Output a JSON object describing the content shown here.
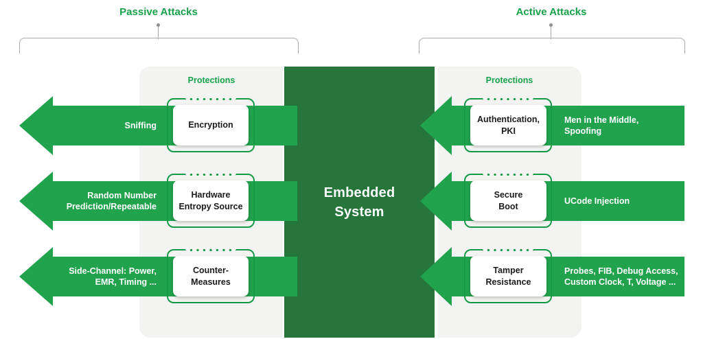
{
  "colors": {
    "accent_green": "#21A24D",
    "dark_green": "#26753A",
    "outline_green": "#149A46",
    "title_green": "#17A24A",
    "panel_gray": "#F3F3F2",
    "bracket_gray": "#A9A9A9"
  },
  "center": {
    "title": "Embedded\nSystem"
  },
  "left_group": {
    "title": "Passive Attacks",
    "protections_label": "Protections",
    "rows": [
      {
        "attack": "Sniffing",
        "protection": "Encryption"
      },
      {
        "attack": "Random Number\nPrediction/Repeatable",
        "protection": "Hardware\nEntropy Source"
      },
      {
        "attack": "Side-Channel: Power,\nEMR, Timing ...",
        "protection": "Counter-\nMeasures"
      }
    ]
  },
  "right_group": {
    "title": "Active Attacks",
    "protections_label": "Protections",
    "rows": [
      {
        "attack": "Men in the Middle,\nSpoofing",
        "protection": "Authentication,\nPKI"
      },
      {
        "attack": "UCode Injection",
        "protection": "Secure\nBoot"
      },
      {
        "attack": "Probes, FIB, Debug Access,\nCustom Clock, T, Voltage ...",
        "protection": "Tamper\nResistance"
      }
    ]
  }
}
